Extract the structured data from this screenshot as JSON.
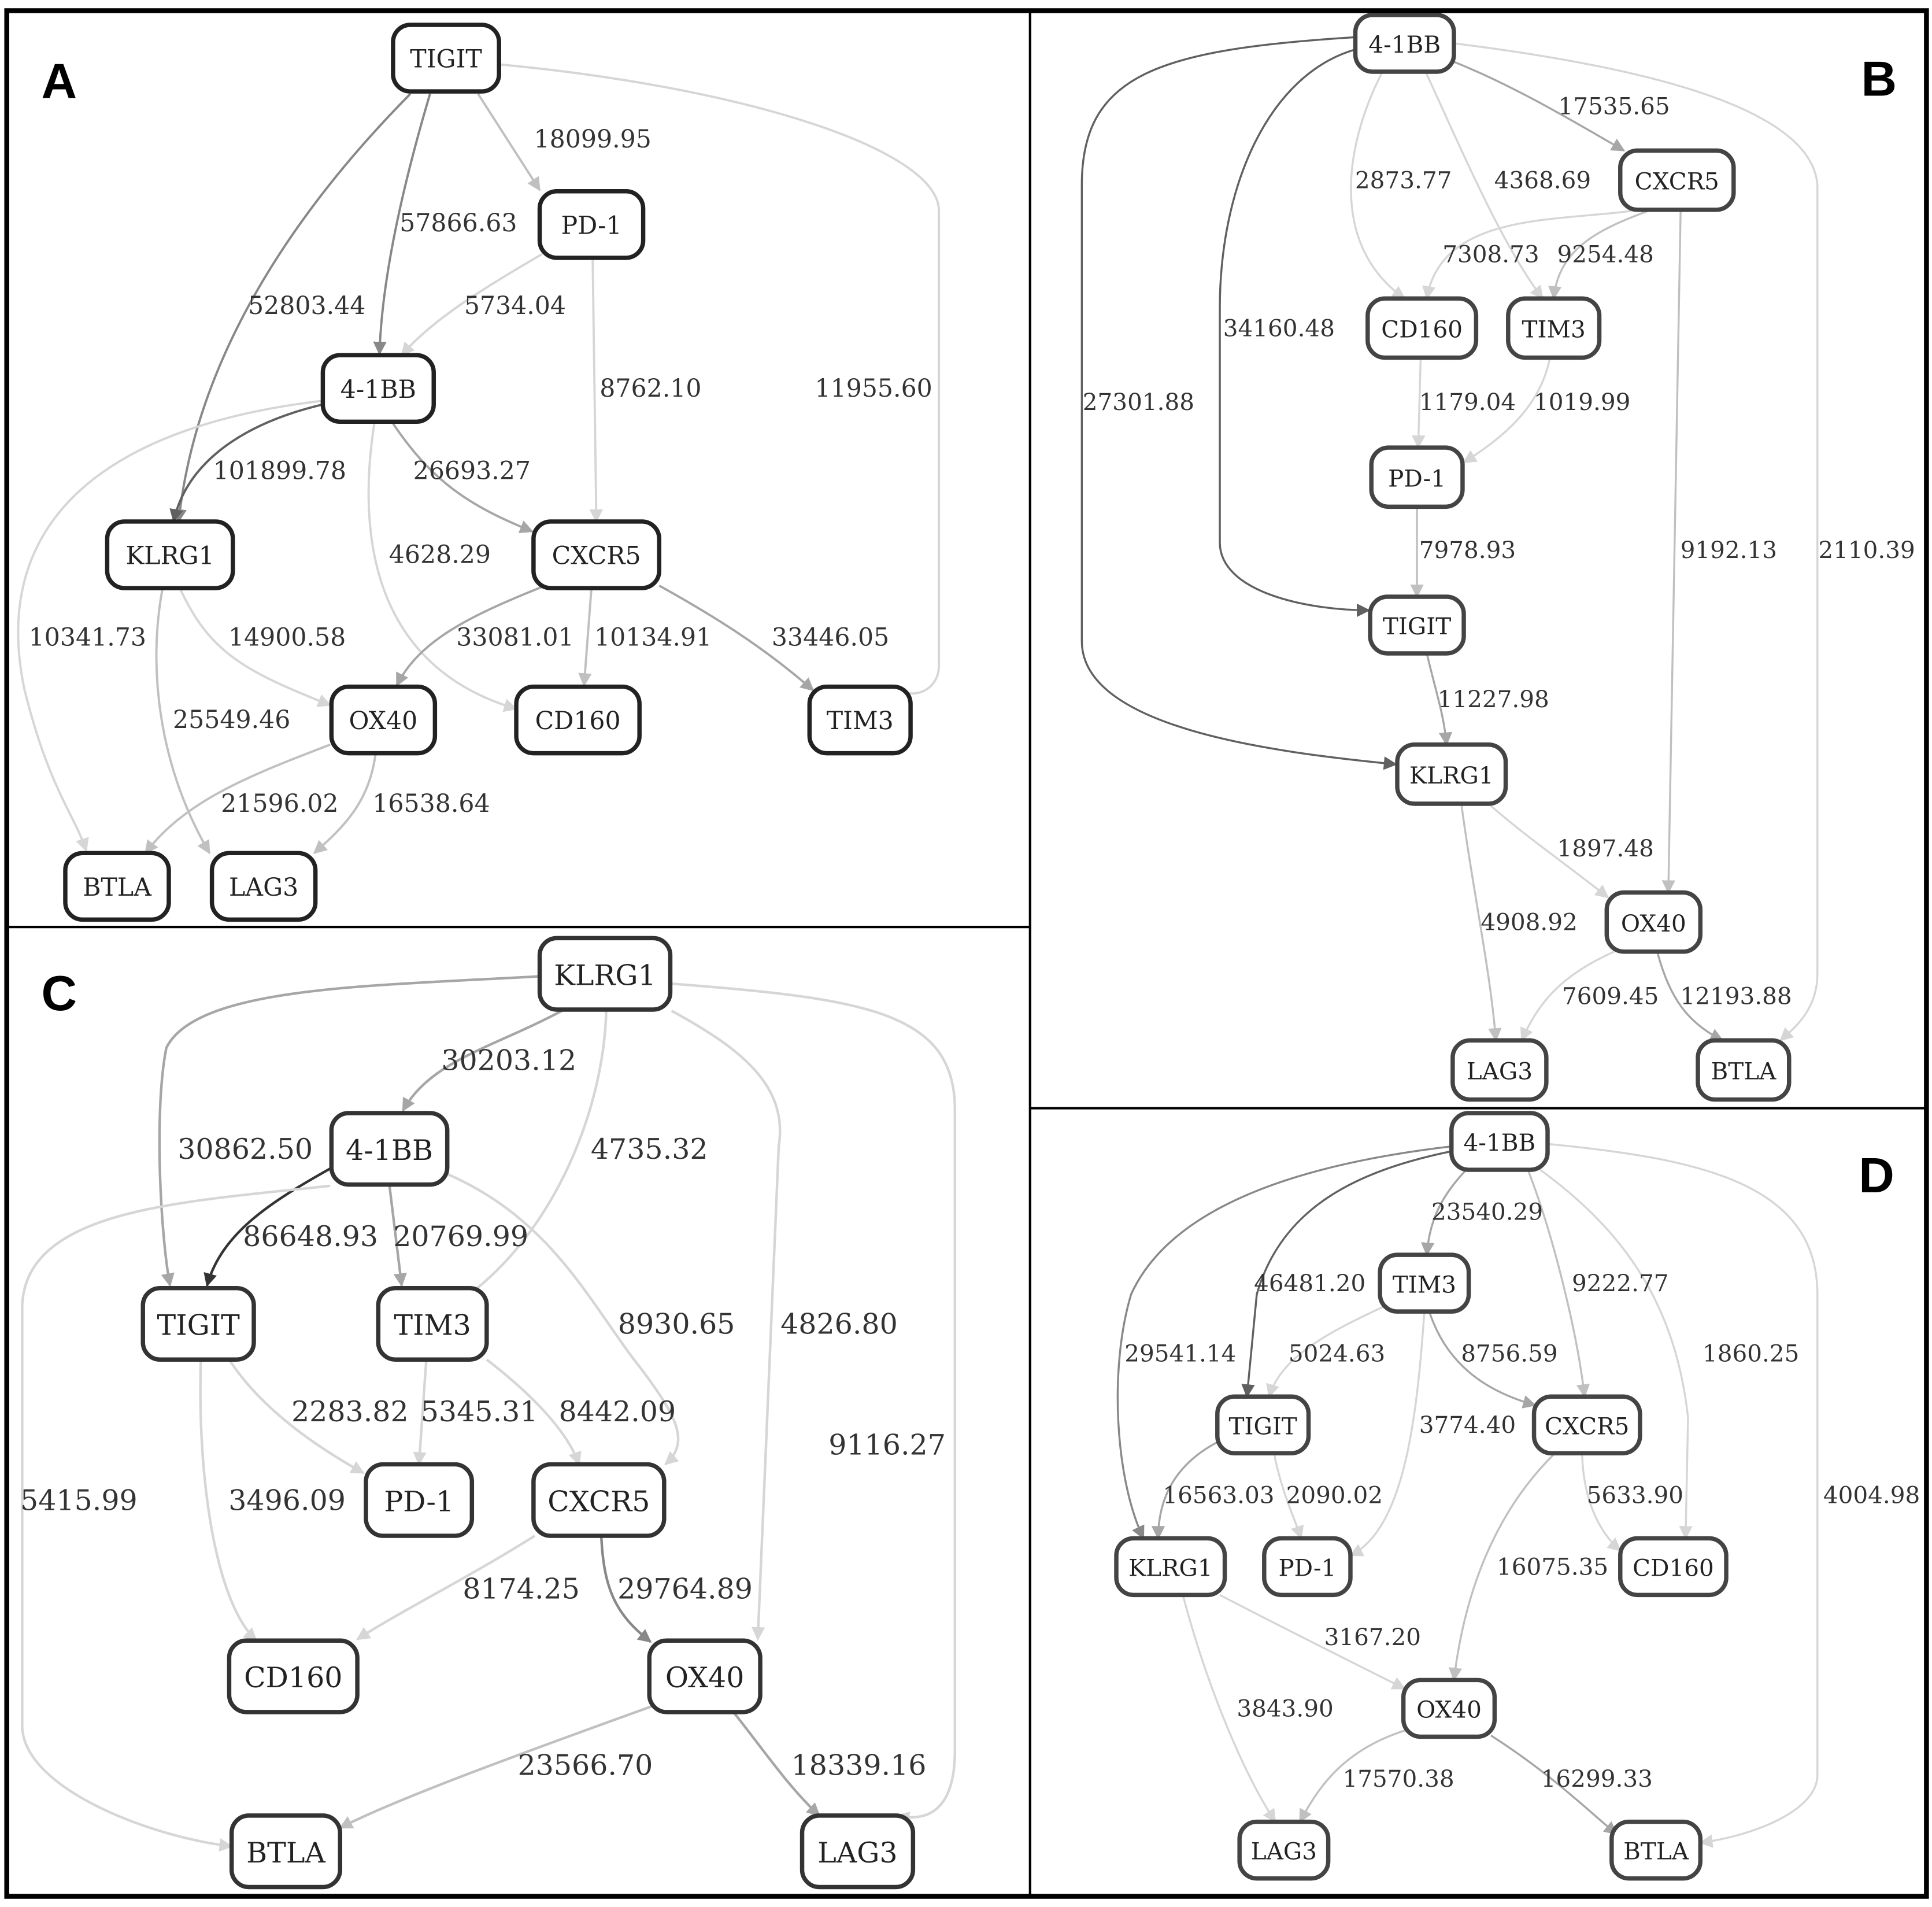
{
  "edge_colors": {
    "c1": "#d6d6d6",
    "c2": "#c0c0c0",
    "c3": "#a6a6a6",
    "c4": "#888888",
    "c5": "#606060",
    "c6": "#333333"
  },
  "panels": {
    "A": {
      "letter": "A",
      "nodes": {
        "TIGIT": "TIGIT",
        "PD1": "PD-1",
        "BB": "4-1BB",
        "KLRG1": "KLRG1",
        "CXCR5": "CXCR5",
        "OX40": "OX40",
        "CD160": "CD160",
        "TIM3": "TIM3",
        "BTLA": "BTLA",
        "LAG3": "LAG3"
      },
      "edges": [
        {
          "from": "TIGIT",
          "to": "PD-1",
          "weight": "18099.95"
        },
        {
          "from": "TIGIT",
          "to": "4-1BB",
          "weight": "57866.63"
        },
        {
          "from": "TIGIT",
          "to": "KLRG1",
          "weight": "52803.44"
        },
        {
          "from": "TIGIT",
          "to": "TIM3",
          "weight": "11955.60"
        },
        {
          "from": "PD-1",
          "to": "4-1BB",
          "weight": "5734.04"
        },
        {
          "from": "PD-1",
          "to": "CXCR5",
          "weight": "8762.10"
        },
        {
          "from": "4-1BB",
          "to": "KLRG1",
          "weight": "101899.78"
        },
        {
          "from": "4-1BB",
          "to": "CXCR5",
          "weight": "26693.27"
        },
        {
          "from": "4-1BB",
          "to": "CD160",
          "weight": "4628.29"
        },
        {
          "from": "4-1BB",
          "to": "BTLA",
          "weight": "10341.73"
        },
        {
          "from": "KLRG1",
          "to": "OX40",
          "weight": "14900.58"
        },
        {
          "from": "KLRG1",
          "to": "LAG3",
          "weight": "25549.46"
        },
        {
          "from": "CXCR5",
          "to": "OX40",
          "weight": "33081.01"
        },
        {
          "from": "CXCR5",
          "to": "CD160",
          "weight": "10134.91"
        },
        {
          "from": "CXCR5",
          "to": "TIM3",
          "weight": "33446.05"
        },
        {
          "from": "OX40",
          "to": "BTLA",
          "weight": "21596.02"
        },
        {
          "from": "OX40",
          "to": "LAG3",
          "weight": "16538.64"
        }
      ]
    },
    "B": {
      "letter": "B",
      "nodes": {
        "BB": "4-1BB",
        "CXCR5": "CXCR5",
        "CD160": "CD160",
        "TIM3": "TIM3",
        "PD1": "PD-1",
        "TIGIT": "TIGIT",
        "KLRG1": "KLRG1",
        "OX40": "OX40",
        "LAG3": "LAG3",
        "BTLA": "BTLA"
      },
      "edges": [
        {
          "from": "4-1BB",
          "to": "CXCR5",
          "weight": "17535.65"
        },
        {
          "from": "4-1BB",
          "to": "CD160",
          "weight": "2873.77"
        },
        {
          "from": "4-1BB",
          "to": "TIM3",
          "weight": "4368.69"
        },
        {
          "from": "4-1BB",
          "to": "TIGIT",
          "weight": "34160.48"
        },
        {
          "from": "4-1BB",
          "to": "KLRG1",
          "weight": "27301.88"
        },
        {
          "from": "4-1BB",
          "to": "BTLA",
          "weight": "2110.39"
        },
        {
          "from": "CXCR5",
          "to": "CD160",
          "weight": "7308.73"
        },
        {
          "from": "CXCR5",
          "to": "TIM3",
          "weight": "9254.48"
        },
        {
          "from": "CXCR5",
          "to": "OX40",
          "weight": "9192.13"
        },
        {
          "from": "CD160",
          "to": "PD-1",
          "weight": "1179.04"
        },
        {
          "from": "TIM3",
          "to": "PD-1",
          "weight": "1019.99"
        },
        {
          "from": "PD-1",
          "to": "TIGIT",
          "weight": "7978.93"
        },
        {
          "from": "TIGIT",
          "to": "KLRG1",
          "weight": "11227.98"
        },
        {
          "from": "KLRG1",
          "to": "OX40",
          "weight": "1897.48"
        },
        {
          "from": "KLRG1",
          "to": "LAG3",
          "weight": "4908.92"
        },
        {
          "from": "OX40",
          "to": "LAG3",
          "weight": "7609.45"
        },
        {
          "from": "OX40",
          "to": "BTLA",
          "weight": "12193.88"
        }
      ]
    },
    "C": {
      "letter": "C",
      "nodes": {
        "KLRG1": "KLRG1",
        "BB": "4-1BB",
        "TIGIT": "TIGIT",
        "TIM3": "TIM3",
        "PD1": "PD-1",
        "CXCR5": "CXCR5",
        "CD160": "CD160",
        "OX40": "OX40",
        "BTLA": "BTLA",
        "LAG3": "LAG3"
      },
      "edges": [
        {
          "from": "KLRG1",
          "to": "4-1BB",
          "weight": "30203.12"
        },
        {
          "from": "KLRG1",
          "to": "TIGIT",
          "weight": "30862.50"
        },
        {
          "from": "KLRG1",
          "to": "TIM3",
          "weight": "4735.32"
        },
        {
          "from": "KLRG1",
          "to": "OX40",
          "weight": "4826.80"
        },
        {
          "from": "KLRG1",
          "to": "LAG3",
          "weight": "9116.27"
        },
        {
          "from": "4-1BB",
          "to": "TIGIT",
          "weight": "86648.93"
        },
        {
          "from": "4-1BB",
          "to": "TIM3",
          "weight": "20769.99"
        },
        {
          "from": "4-1BB",
          "to": "CXCR5",
          "weight": "8930.65"
        },
        {
          "from": "4-1BB",
          "to": "BTLA",
          "weight": "5415.99"
        },
        {
          "from": "TIGIT",
          "to": "PD-1",
          "weight": "2283.82"
        },
        {
          "from": "TIGIT",
          "to": "CD160",
          "weight": "3496.09"
        },
        {
          "from": "TIM3",
          "to": "PD-1",
          "weight": "5345.31"
        },
        {
          "from": "TIM3",
          "to": "CXCR5",
          "weight": "8442.09"
        },
        {
          "from": "CXCR5",
          "to": "CD160",
          "weight": "8174.25"
        },
        {
          "from": "CXCR5",
          "to": "OX40",
          "weight": "29764.89"
        },
        {
          "from": "OX40",
          "to": "BTLA",
          "weight": "23566.70"
        },
        {
          "from": "OX40",
          "to": "LAG3",
          "weight": "18339.16"
        }
      ]
    },
    "D": {
      "letter": "D",
      "nodes": {
        "BB": "4-1BB",
        "TIM3": "TIM3",
        "TIGIT": "TIGIT",
        "CXCR5": "CXCR5",
        "KLRG1": "KLRG1",
        "PD1": "PD-1",
        "CD160": "CD160",
        "OX40": "OX40",
        "LAG3": "LAG3",
        "BTLA": "BTLA"
      },
      "edges": [
        {
          "from": "4-1BB",
          "to": "TIM3",
          "weight": "23540.29"
        },
        {
          "from": "4-1BB",
          "to": "TIGIT",
          "weight": "46481.20"
        },
        {
          "from": "4-1BB",
          "to": "KLRG1",
          "weight": "29541.14"
        },
        {
          "from": "4-1BB",
          "to": "CXCR5",
          "weight": "9222.77"
        },
        {
          "from": "4-1BB",
          "to": "CD160",
          "weight": "1860.25"
        },
        {
          "from": "4-1BB",
          "to": "BTLA",
          "weight": "4004.98"
        },
        {
          "from": "TIM3",
          "to": "TIGIT",
          "weight": "5024.63"
        },
        {
          "from": "TIM3",
          "to": "CXCR5",
          "weight": "8756.59"
        },
        {
          "from": "TIM3",
          "to": "PD-1",
          "weight": "3774.40"
        },
        {
          "from": "TIGIT",
          "to": "KLRG1",
          "weight": "16563.03"
        },
        {
          "from": "TIGIT",
          "to": "PD-1",
          "weight": "2090.02"
        },
        {
          "from": "CXCR5",
          "to": "CD160",
          "weight": "5633.90"
        },
        {
          "from": "CXCR5",
          "to": "OX40",
          "weight": "16075.35"
        },
        {
          "from": "KLRG1",
          "to": "OX40",
          "weight": "3167.20"
        },
        {
          "from": "KLRG1",
          "to": "LAG3",
          "weight": "3843.90"
        },
        {
          "from": "OX40",
          "to": "LAG3",
          "weight": "17570.38"
        },
        {
          "from": "OX40",
          "to": "BTLA",
          "weight": "16299.33"
        }
      ]
    }
  }
}
